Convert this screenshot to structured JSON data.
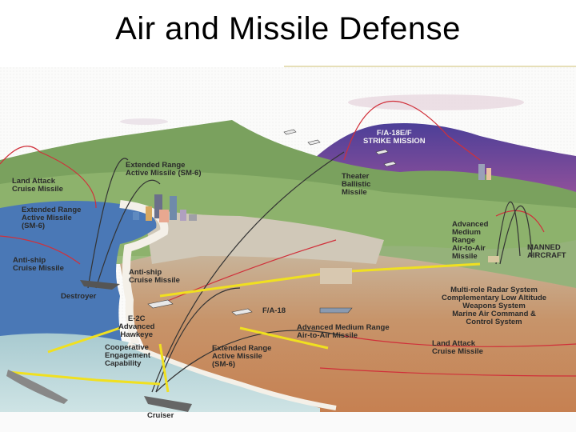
{
  "slide": {
    "title": "Air and Missile Defense"
  },
  "labels": {
    "land_attack_cruise_missile_left": "Land Attack\nCruise Missile",
    "extended_range_active_missile_top": "Extended Range\nActive Missile (SM-6)",
    "extended_range_active_missile_left": "Extended Range\nActive Missile\n(SM-6)",
    "anti_ship_cruise_missile_left": "Anti-ship\nCruise Missile",
    "anti_ship_cruise_missile_center": "Anti-ship\nCruise Missile",
    "destroyer": "Destroyer",
    "e2c_hawkeye": "E-2C\nAdvanced\nHawkeye",
    "cooperative_engagement": "Cooperative\nEngagement\nCapability",
    "cruiser": "Cruiser",
    "fa18": "F/A-18",
    "extended_range_active_missile_bottom": "Extended Range\nActive Missile\n(SM-6)",
    "amraam_center": "Advanced Medium Range\nAir-to-Air Missile",
    "strike_mission": "F/A-18E/F\nSTRIKE MISSION",
    "theater_ballistic_missile": "Theater\nBallistic\nMissile",
    "amraam_right": "Advanced\nMedium\nRange\nAir-to-Air\nMissile",
    "manned_aircraft": "MANNED\nAIRCRAFT",
    "marine_systems": "Multi-role Radar System\nComplementary Low Altitude\nWeapons System\nMarine Air Command &\nControl System",
    "land_attack_cruise_missile_right": "Land Attack\nCruise Missile"
  },
  "colors": {
    "sea": "#4a7ab8",
    "shallow_sea": "#b8d4d8",
    "land": "#c98a5a",
    "hills": "#6f9a55",
    "mountains": "#5a4a9a",
    "missile_trail_red": "#d0303a",
    "datalink_yellow": "#f0e020"
  }
}
